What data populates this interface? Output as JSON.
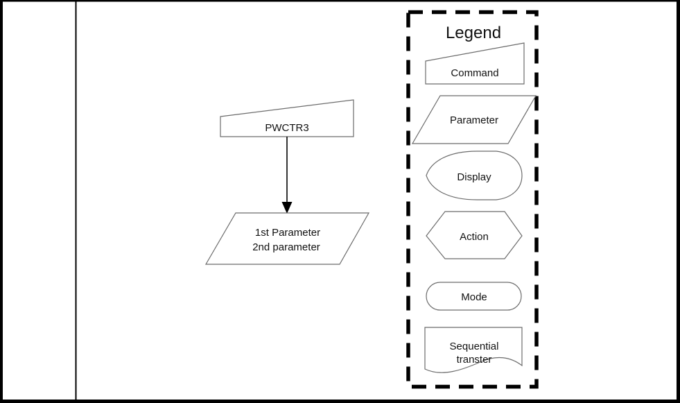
{
  "flowchart": {
    "command_label": "PWCTR3",
    "parameter_line1": "1st Parameter",
    "parameter_line2": "2nd parameter"
  },
  "legend": {
    "title": "Legend",
    "items": [
      {
        "shape": "command",
        "label": "Command"
      },
      {
        "shape": "parameter",
        "label": "Parameter"
      },
      {
        "shape": "display",
        "label": "Display"
      },
      {
        "shape": "action",
        "label": "Action"
      },
      {
        "shape": "mode",
        "label": "Mode"
      },
      {
        "shape": "sequential-transfer",
        "label_line1": "Sequential",
        "label_line2": "transter"
      }
    ]
  },
  "colors": {
    "background": "#ffffff",
    "shape_stroke": "#6b6b6b",
    "line_color": "#000000",
    "text_color": "#111111"
  }
}
